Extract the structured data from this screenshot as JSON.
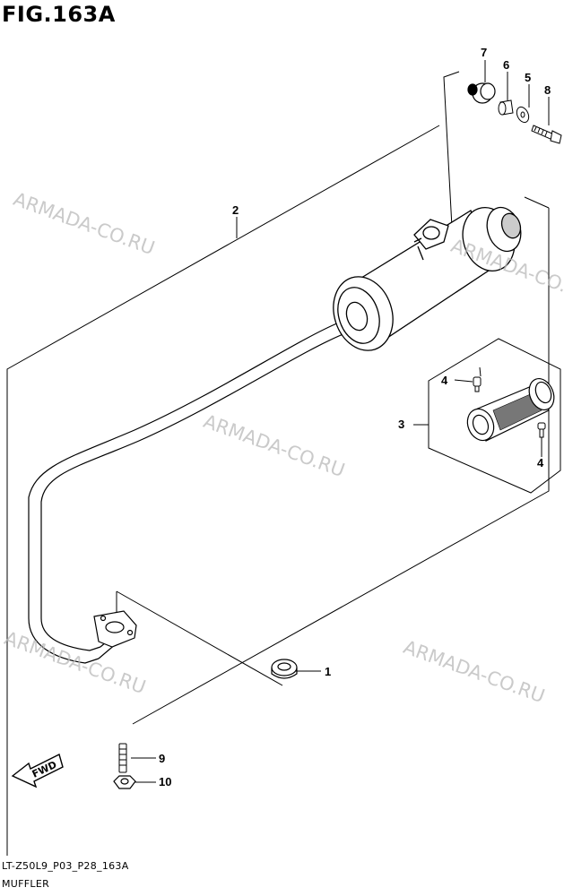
{
  "figure": {
    "title": "FIG.163A",
    "code": "LT-Z50L9_P03_P28_163A",
    "caption": "MUFFLER"
  },
  "watermark": "ARMADA-CO.RU",
  "fwd_arrow_label": "FWD",
  "callouts": {
    "c1": "1",
    "c2": "2",
    "c3": "3",
    "c4a": "4",
    "c4b": "4",
    "c5": "5",
    "c6": "6",
    "c7": "7",
    "c8": "8",
    "c9": "9",
    "c10": "10"
  },
  "icons": {
    "fwd": "arrow-fwd-icon",
    "muffler": "muffler-assembly-icon",
    "spark_arrester": "spark-arrester-icon"
  },
  "colors": {
    "line": "#000000",
    "watermark": "#b9b9b9",
    "screen": "#888888"
  }
}
